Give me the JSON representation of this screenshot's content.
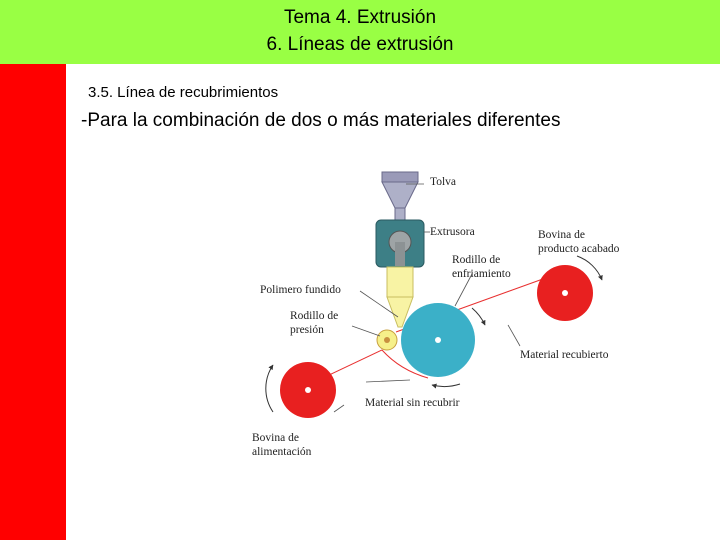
{
  "header": {
    "line1": "Tema 4. Extrusión",
    "line2": "6. Líneas de extrusión"
  },
  "section_title": "3.5. Línea de recubrimientos",
  "description": "-Para la combinación de dos o más materiales diferentes",
  "diagram": {
    "labels": {
      "tolva": "Tolva",
      "extrusora": "Extrusora",
      "bovina_producto_1": "Bovina de",
      "bovina_producto_2": "producto acabado",
      "rodillo_enfriamiento_1": "Rodillo de",
      "rodillo_enfriamiento_2": "enfriamiento",
      "polimero_fundido": "Polimero fundido",
      "rodillo_presion_1": "Rodillo de",
      "rodillo_presion_2": "presión",
      "material_recubierto": "Material recubierto",
      "material_sin_recubrir": "Material sin recubrir",
      "bovina_alimentacion_1": "Bovina de",
      "bovina_alimentacion_2": "alimentación"
    }
  },
  "colors": {
    "header_bg": "#99ff44",
    "sidebar_bg": "#ff0000",
    "bobbin": "#e82020",
    "chill_roll": "#3bb0c8",
    "pressure_roll": "#f6f08a",
    "extruder": "#3d7f86",
    "hopper": "#9a9ab8",
    "web_line": "#e83030"
  }
}
